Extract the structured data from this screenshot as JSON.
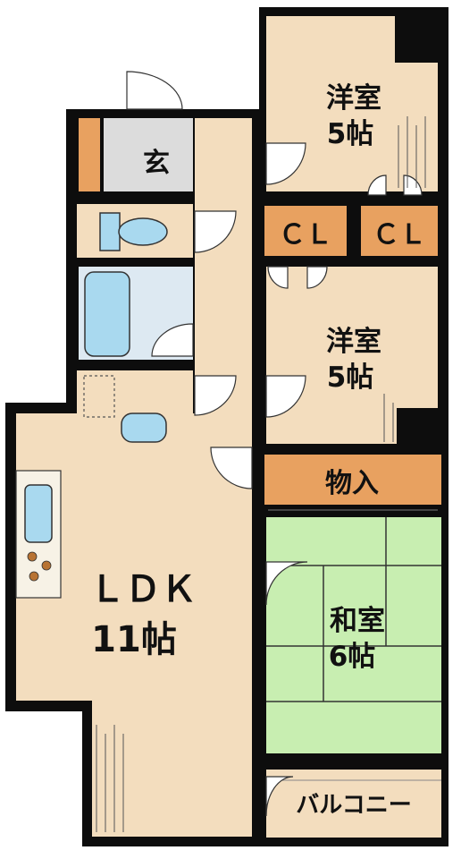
{
  "rooms": {
    "genkan": "玄",
    "youshitsu_top": {
      "name": "洋室",
      "size": "5帖"
    },
    "cl_left": "ＣＬ",
    "cl_right": "ＣＬ",
    "youshitsu_mid": {
      "name": "洋室",
      "size": "5帖"
    },
    "monoire": "物入",
    "ldk": {
      "name": "ＬＤＫ",
      "size": "11帖"
    },
    "washitsu": {
      "name": "和室",
      "size": "6帖"
    },
    "balcony": "バルコニー"
  },
  "colors": {
    "wall": "#0d0d0d",
    "floor": "#f3ddbe",
    "tatami": "#c8eeb1",
    "storage": "#e8a160",
    "entrance": "#dcdcdc",
    "fixture": "#a9d9ef",
    "stove": "#b87333"
  }
}
